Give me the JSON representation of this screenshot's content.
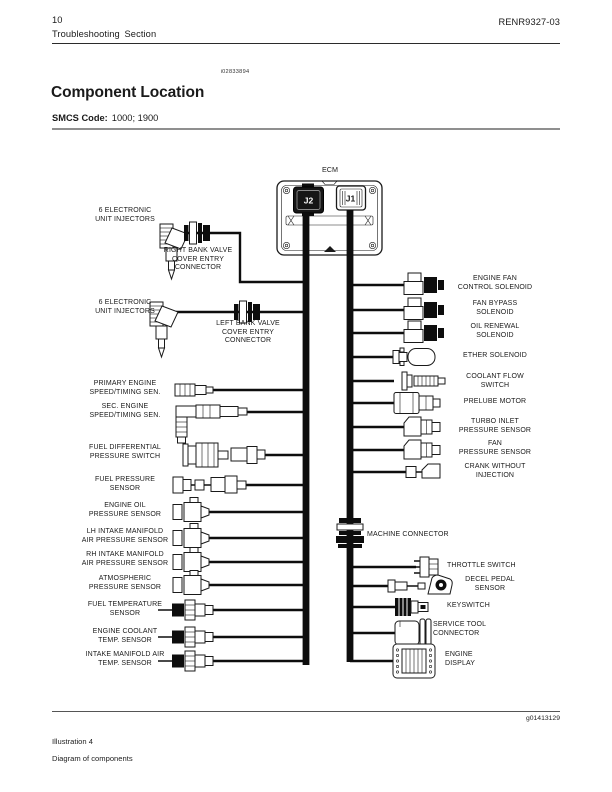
{
  "page": {
    "number": "10",
    "section": "Troubleshooting Section",
    "document_code": "RENR9327-03",
    "media_id": "i02833894",
    "title": "Component Location",
    "smcs": {
      "label": "SMCS Code:",
      "value": "1000; 1900"
    },
    "footer": {
      "illustration": "Illustration 4",
      "graphic_id": "g01413129",
      "caption": "Diagram of components"
    }
  },
  "diagram": {
    "ecm": {
      "label": "ECM",
      "j2": "J2",
      "j1": "J1"
    },
    "left": [
      {
        "label": "6 ELECTRONIC\nUNIT INJECTORS"
      },
      {
        "label": "RIGHT BANK VALVE\nCOVER ENTRY\nCONNECTOR"
      },
      {
        "label": "6 ELECTRONIC\nUNIT INJECTORS"
      },
      {
        "label": "LEFT BANK VALVE\nCOVER ENTRY\nCONNECTOR"
      },
      {
        "label": "PRIMARY ENGINE\nSPEED/TIMING SEN."
      },
      {
        "label": "SEC. ENGINE\nSPEED/TIMING SEN."
      },
      {
        "label": "FUEL DIFFERENTIAL\nPRESSURE SWITCH"
      },
      {
        "label": "FUEL PRESSURE\nSENSOR"
      },
      {
        "label": "ENGINE OIL\nPRESSURE SENSOR"
      },
      {
        "label": "LH INTAKE MANIFOLD\nAIR PRESSURE SENSOR"
      },
      {
        "label": "RH INTAKE MANIFOLD\nAIR PRESSURE SENSOR"
      },
      {
        "label": "ATMOSPHERIC\nPRESSURE SENSOR"
      },
      {
        "label": "FUEL TEMPERATURE\nSENSOR"
      },
      {
        "label": "ENGINE COOLANT\nTEMP. SENSOR"
      },
      {
        "label": "INTAKE MANIFOLD AIR\nTEMP. SENSOR"
      }
    ],
    "right": [
      {
        "label": "ENGINE FAN\nCONTROL SOLENOID"
      },
      {
        "label": "FAN BYPASS\nSOLENOID"
      },
      {
        "label": "OIL RENEWAL\nSOLENOID"
      },
      {
        "label": "ETHER SOLENOID"
      },
      {
        "label": "COOLANT FLOW\nSWITCH"
      },
      {
        "label": "PRELUBE MOTOR"
      },
      {
        "label": "TURBO INLET\nPRESSURE SENSOR"
      },
      {
        "label": "FAN\nPRESSURE SENSOR"
      },
      {
        "label": "CRANK WITHOUT\nINJECTION"
      },
      {
        "label": "MACHINE CONNECTOR"
      },
      {
        "label": "THROTTLE SWITCH"
      },
      {
        "label": "DECEL PEDAL\nSENSOR"
      },
      {
        "label": "KEYSWITCH"
      },
      {
        "label": "SERVICE TOOL\nCONNECTOR"
      },
      {
        "label": "ENGINE\nDISPLAY"
      }
    ]
  }
}
